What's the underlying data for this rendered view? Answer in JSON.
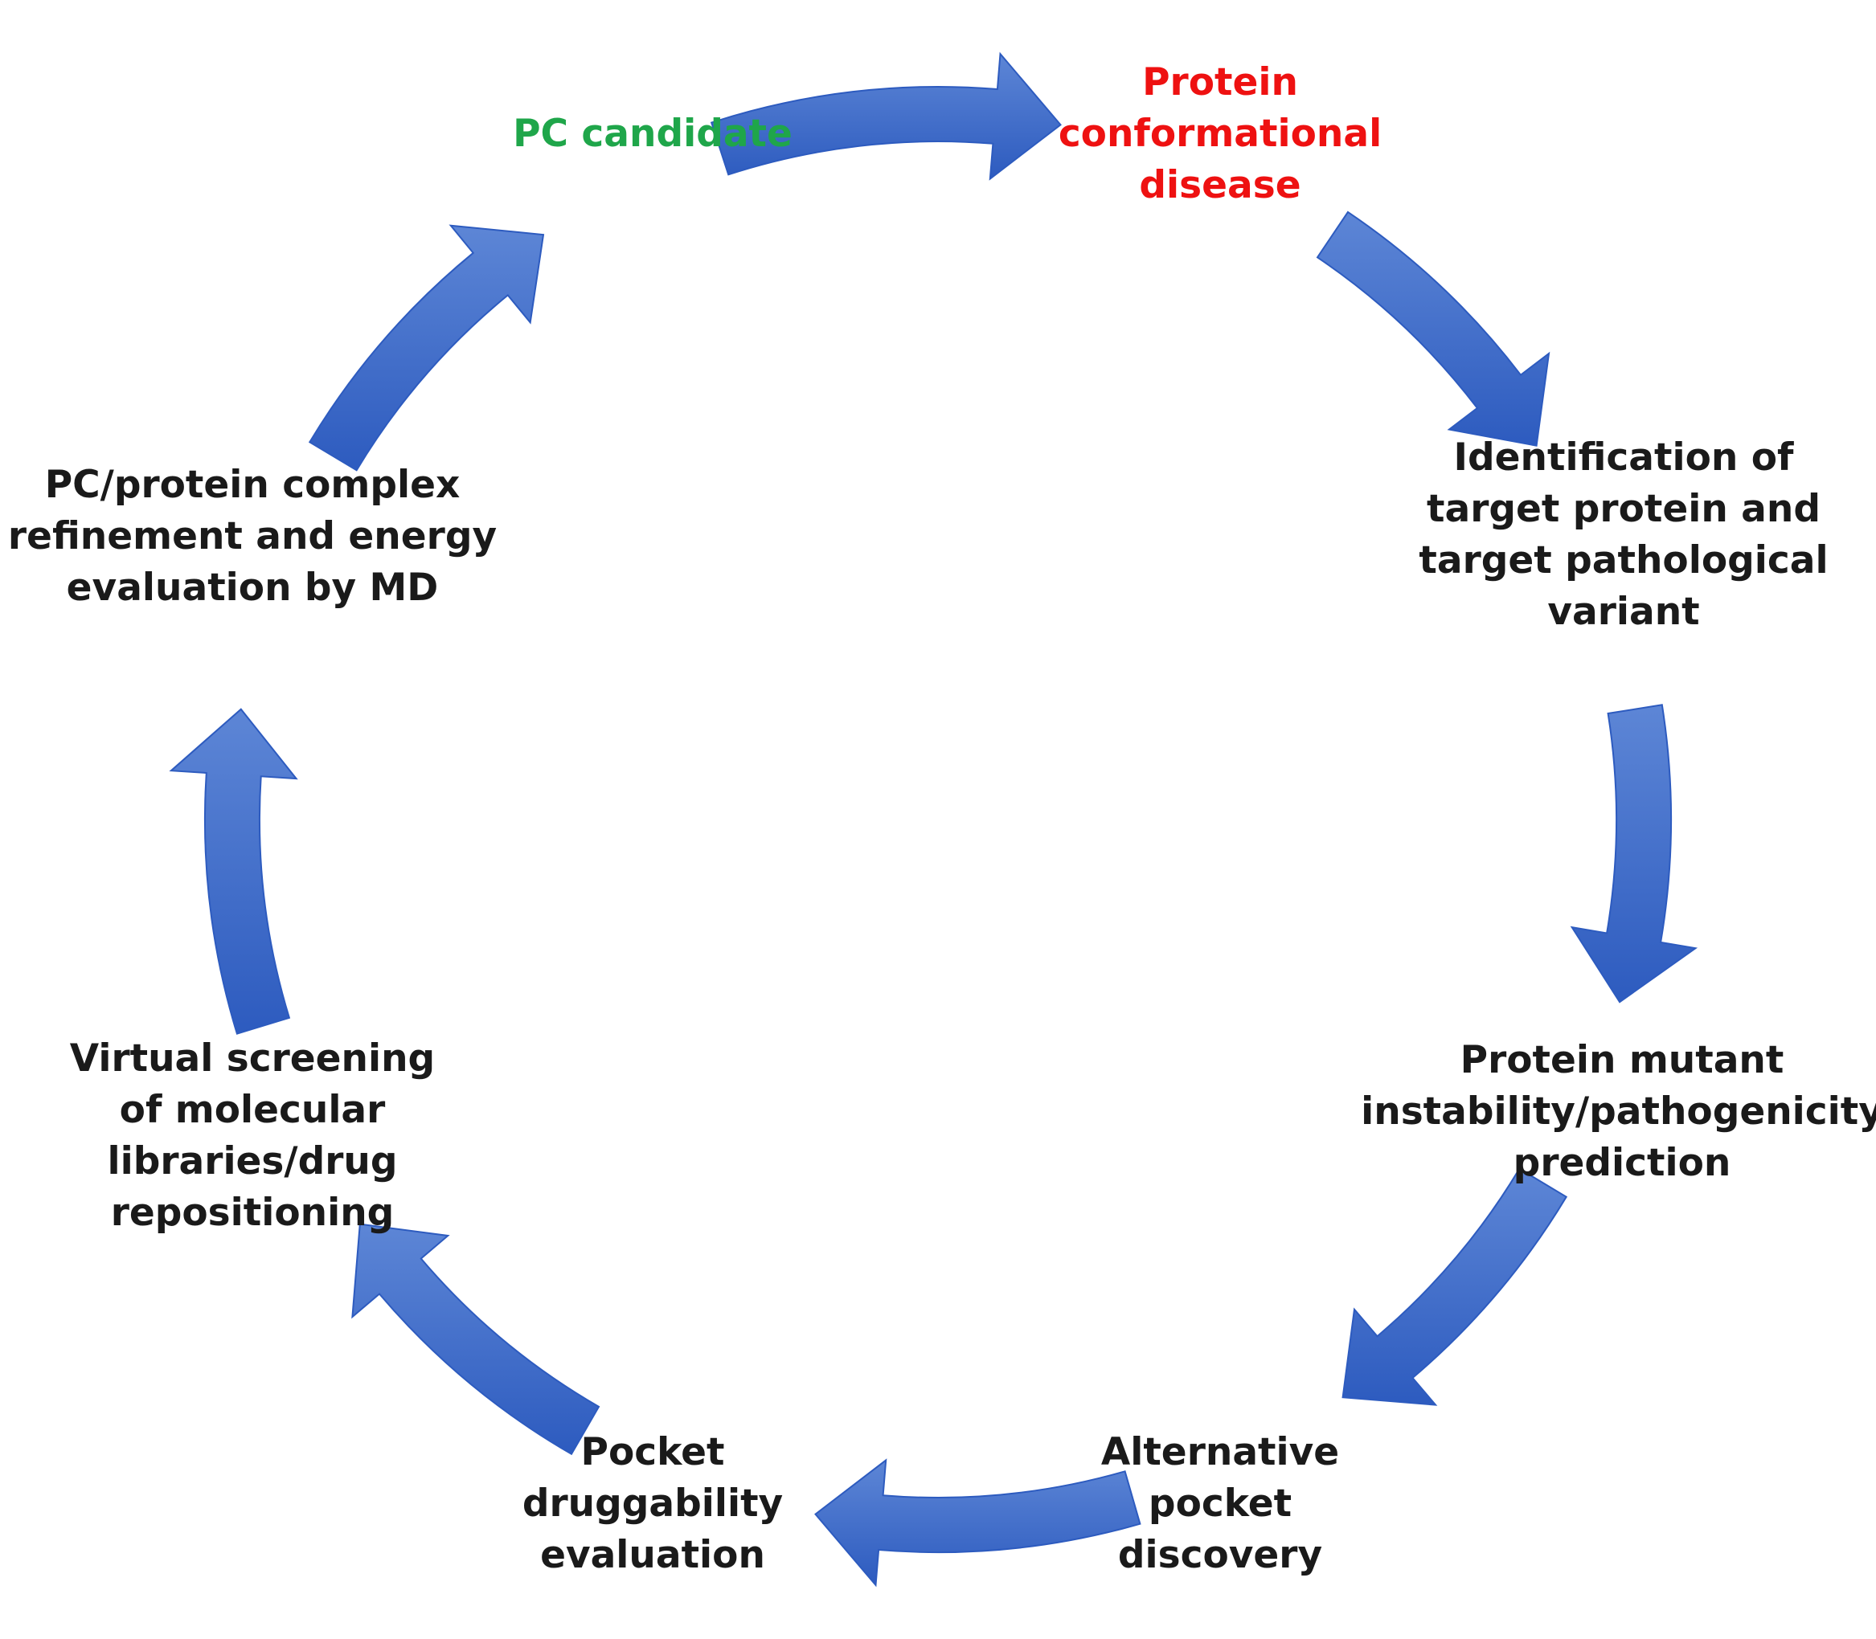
{
  "colors": {
    "default_text": "#1a1a1a",
    "start_text": "#1fa64a",
    "disease_text": "#ee1111",
    "arrow_light": "#5d86d6",
    "arrow_dark": "#2d5bbf"
  },
  "icons": [
    "curved-arrow-icon"
  ],
  "nodes": [
    {
      "id": "pc-candidate",
      "color_key": "start_text",
      "lines": [
        "PC candidate"
      ]
    },
    {
      "id": "protein-conformational-disease",
      "color_key": "disease_text",
      "lines": [
        "Protein",
        "conformational",
        "disease"
      ]
    },
    {
      "id": "identification-target",
      "color_key": "default_text",
      "lines": [
        "Identification of",
        "target protein and",
        "target pathological",
        "variant"
      ]
    },
    {
      "id": "mutant-instability",
      "color_key": "default_text",
      "lines": [
        "Protein mutant",
        "instability/pathogenicity",
        "prediction"
      ]
    },
    {
      "id": "alternative-pocket",
      "color_key": "default_text",
      "lines": [
        "Alternative",
        "pocket",
        "discovery"
      ]
    },
    {
      "id": "pocket-druggability",
      "color_key": "default_text",
      "lines": [
        "Pocket",
        "druggability",
        "evaluation"
      ]
    },
    {
      "id": "virtual-screening",
      "color_key": "default_text",
      "lines": [
        "Virtual screening",
        "of molecular",
        "libraries/drug",
        "repositioning"
      ]
    },
    {
      "id": "complex-refinement",
      "color_key": "default_text",
      "lines": [
        "PC/protein complex",
        "refinement and energy",
        "evaluation by MD"
      ]
    }
  ]
}
